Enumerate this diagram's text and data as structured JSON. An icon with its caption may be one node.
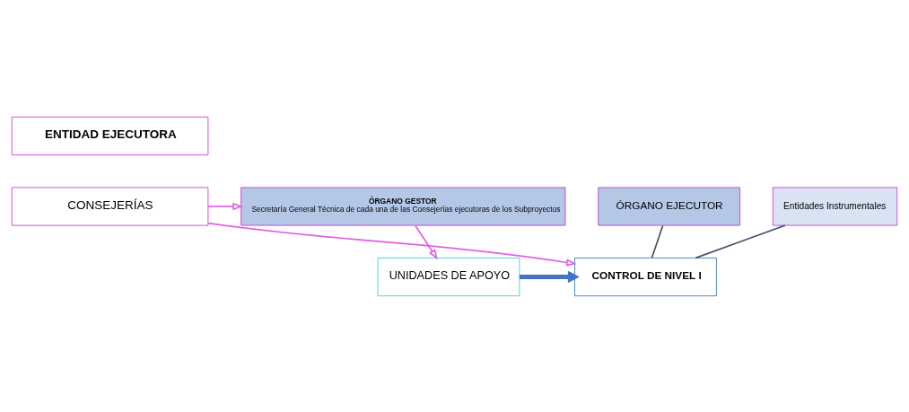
{
  "diagram": {
    "nodes": [
      {
        "text": [
          "ENTIDAD EJECUTORA"
        ]
      },
      {
        "text": [
          "CONSEJERÍAS"
        ]
      },
      {
        "text": [
          "ÓRGANO GESTOR",
          "Secretaría General Técnica de cada una de las Consejerías ejecutoras de los Subproyectos"
        ]
      },
      {
        "text": [
          "ÓRGANO EJECUTOR"
        ]
      },
      {
        "text": [
          "Entidades Instrumentales"
        ]
      },
      {
        "text": [
          "UNIDADES DE APOYO"
        ]
      },
      {
        "text": [
          "CONTROL DE NIVEL I"
        ]
      }
    ],
    "edges": [
      {
        "from": 1,
        "to": 2,
        "arrow": "to"
      },
      {
        "from": 1,
        "to": 6,
        "arrow": "to"
      },
      {
        "from": 3,
        "to": 6,
        "arrow": "none",
        "color": "#44546a"
      },
      {
        "from": 4,
        "to": 6,
        "arrow": "none",
        "color": "#44546a"
      },
      {
        "from": 2,
        "to": 5,
        "arrow": "to"
      },
      {
        "from": 5,
        "to": 6,
        "arrow": "to",
        "style": "thick",
        "color": "#4472c4"
      }
    ]
  }
}
